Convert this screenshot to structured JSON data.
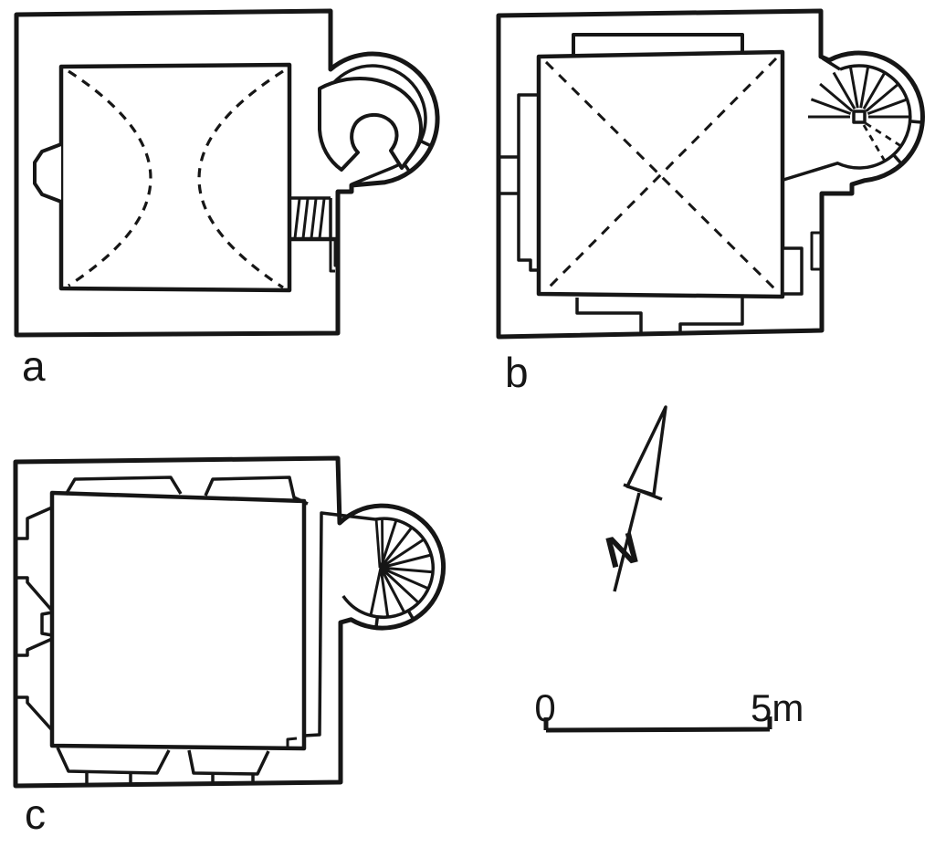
{
  "figure": {
    "title_visible": "",
    "ink_color": "#161616",
    "background_color": "#ffffff",
    "plans": [
      {
        "id": "plan-a",
        "label": "a",
        "features": [
          "square tower plan",
          "dashed vault arcs",
          "side bay",
          "stair turret with hook wall",
          "straight stair flight"
        ]
      },
      {
        "id": "plan-b",
        "label": "b",
        "features": [
          "square tower plan",
          "dashed groin-vault diagonals",
          "wall recesses",
          "spiral stair turret with newel",
          "dashed hidden treads"
        ]
      },
      {
        "id": "plan-c",
        "label": "c",
        "features": [
          "square tower plan",
          "splayed window embrasures",
          "spiral stair turret with landing"
        ]
      }
    ],
    "north_arrow": {
      "label": "N"
    },
    "scale_bar": {
      "zero_label": "0",
      "end_label": "5m"
    }
  }
}
